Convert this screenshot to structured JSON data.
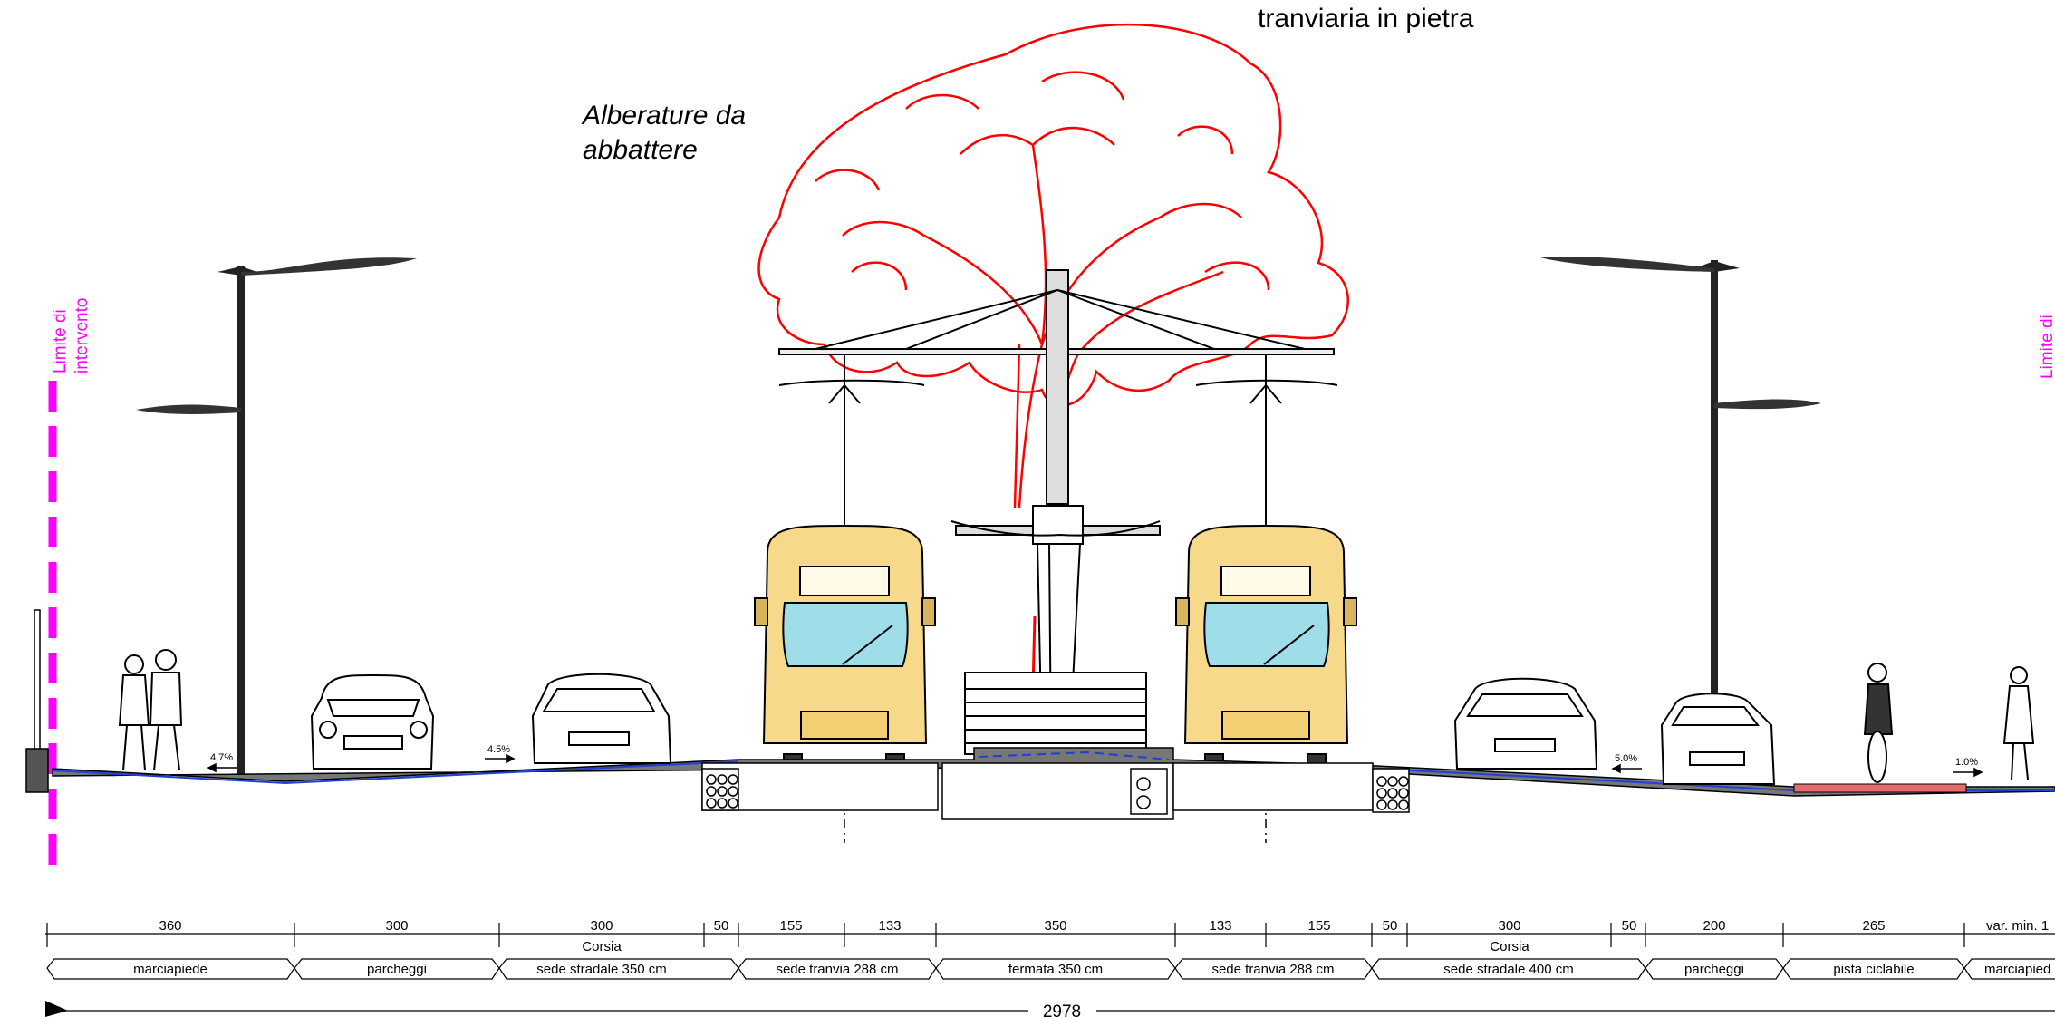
{
  "labels": {
    "trees_to_fell_line1": "Alberature da",
    "trees_to_fell_line2": "abbattere",
    "top_note_fragment": "tranviaria in pietra",
    "limit_line1": "Limite di",
    "limit_line2": "intervento",
    "limit_right_fragment": "Limite di"
  },
  "slopes": [
    "4.7%",
    "4.5%",
    "5.0%",
    "1.0%"
  ],
  "dimensions_top": [
    "360",
    "300",
    "300",
    "50",
    "155",
    "133",
    "350",
    "133",
    "155",
    "50",
    "300",
    "50",
    "200",
    "265",
    "var. min. 1"
  ],
  "corsia": [
    "Corsia",
    "Corsia"
  ],
  "zones": [
    "marciapiede",
    "parcheggi",
    "sede stradale 350 cm",
    "sede tranvia 288 cm",
    "fermata 350 cm",
    "sede tranvia 288 cm",
    "sede stradale 400 cm",
    "parcheggi",
    "pista ciclabile",
    "marciapied"
  ],
  "total_width": "2978",
  "colors": {
    "tree": "#ff0000",
    "limit": "#ff00ff",
    "tram_body": "#f6d98a",
    "tram_window": "#9fdde8",
    "bike_lane": "#e86b6b",
    "drainage": "#1f3fd6",
    "ink": "#000000"
  }
}
